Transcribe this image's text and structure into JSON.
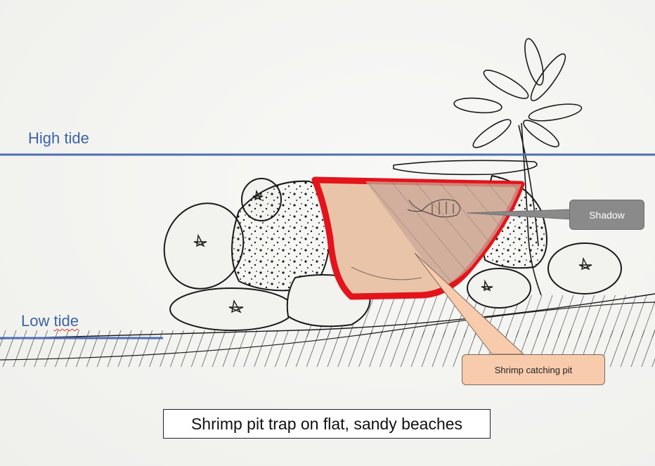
{
  "labels": {
    "high_tide": "High tide",
    "low_tide_part1": "Low ",
    "low_tide_part2": "tide"
  },
  "callouts": {
    "shadow": "Shadow",
    "pit": "Shrimp catching pit"
  },
  "caption": "Shrimp pit trap on flat, sandy beaches",
  "colors": {
    "tide_line": "#4a6fb5",
    "pit_outline": "#e3141b",
    "pit_fill": "#e9c4a8",
    "shadow_fill": "#c9a898",
    "shadow_callout": "#8a8a8a",
    "pit_callout": "#f8cbad",
    "ink": "#1a1a1a"
  },
  "icons": [
    "shrimp-icon",
    "palm-tree-icon",
    "starfish-icon"
  ]
}
